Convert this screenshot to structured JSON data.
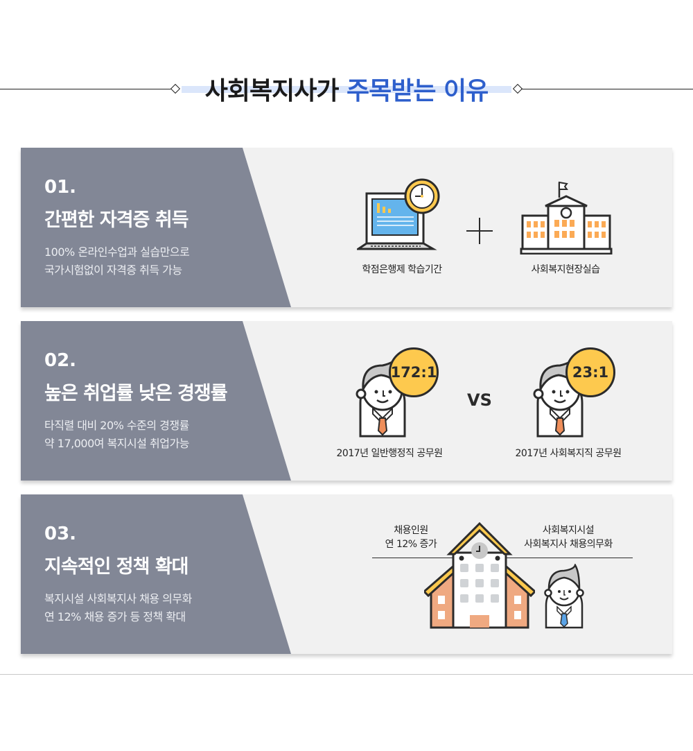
{
  "header": {
    "title_main": "사회복지사가 ",
    "title_accent": "주목받는 이유",
    "accent_color": "#2e5fcc"
  },
  "cards": [
    {
      "number": "01.",
      "heading": "간편한 자격증 취득",
      "desc_line1": "100% 온라인수업과 실습만으로",
      "desc_line2": "국가시험없이 자격증 취득 가능",
      "items": [
        {
          "icon": "laptop-clock-icon",
          "caption": "학점은행제 학습기간"
        },
        {
          "icon": "plus-icon",
          "caption": ""
        },
        {
          "icon": "school-building-icon",
          "caption": "사회복지현장실습"
        }
      ]
    },
    {
      "number": "02.",
      "heading": "높은 취업률 낮은 경쟁률",
      "desc_line1": "타직렬 대비  20% 수준의 경쟁률",
      "desc_line2": "약 17,000여 복지시설 취업가능",
      "items": [
        {
          "icon": "person-icon",
          "ratio": "172:1",
          "caption": "2017년 일반행정직 공무원"
        },
        {
          "separator": "VS"
        },
        {
          "icon": "person-icon",
          "ratio": "23:1",
          "caption": "2017년 사회복지직 공무원"
        }
      ]
    },
    {
      "number": "03.",
      "heading": "지속적인 정책 확대",
      "desc_line1": "복지시설 사회복지사 채용 의무화",
      "desc_line2": "연 12% 채용 증가 등 정책 확대",
      "callouts": {
        "left_line1": "채용인원",
        "left_line2": "연 12% 증가",
        "right_line1": "사회복지시설",
        "right_line2": "사회복지사 채용의무화"
      }
    }
  ]
}
